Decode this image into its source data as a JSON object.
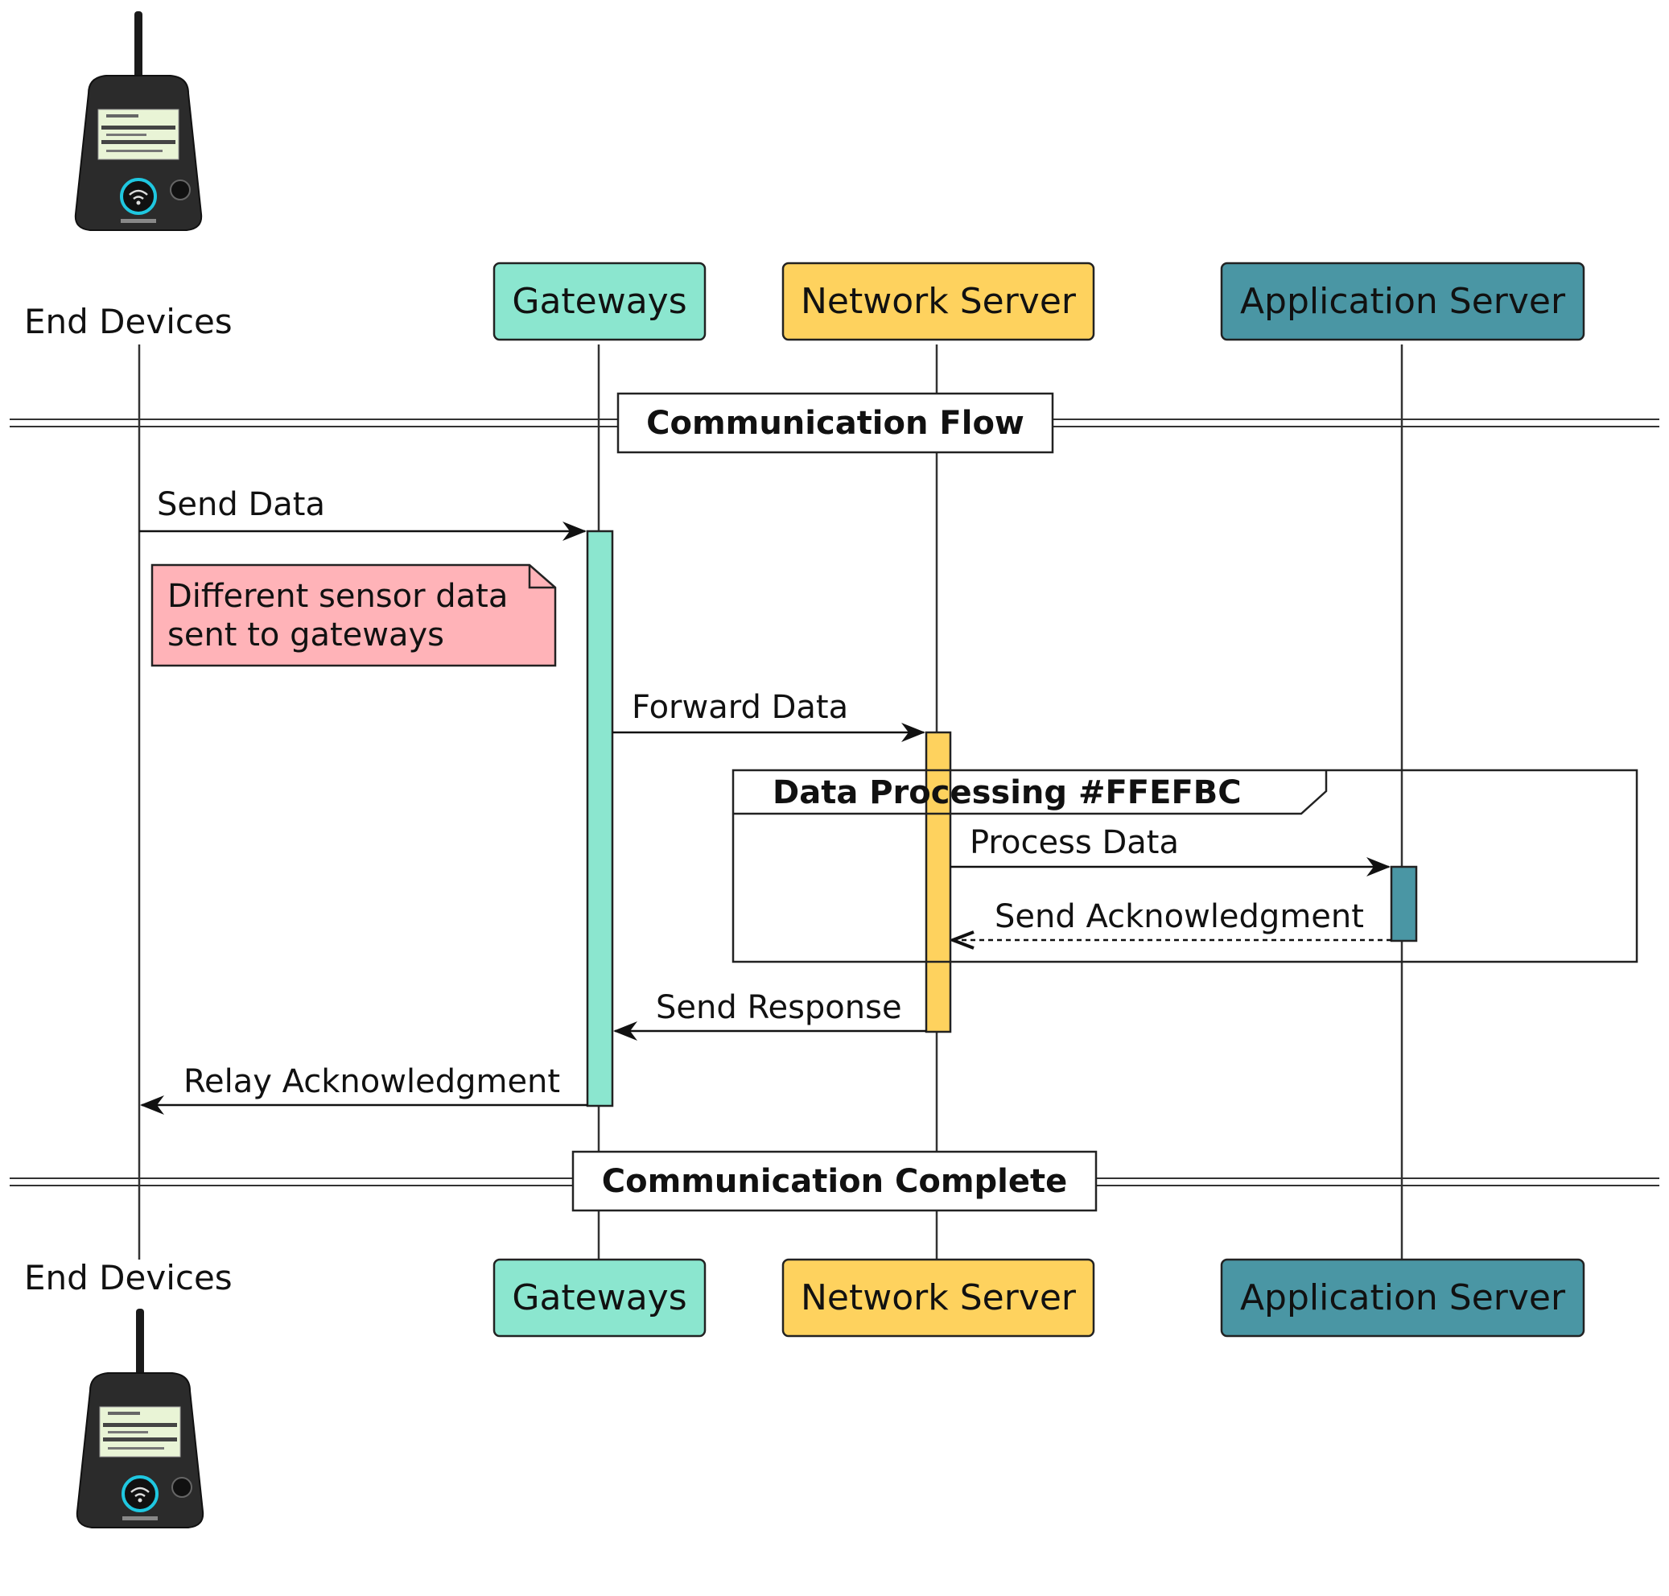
{
  "participants": {
    "end_devices": {
      "label": "End Devices"
    },
    "gateways": {
      "label": "Gateways",
      "color": "#8BE6CF"
    },
    "network_server": {
      "label": "Network Server",
      "color": "#FED25E"
    },
    "application_server": {
      "label": "Application Server",
      "color": "#4A96A4"
    }
  },
  "dividers": {
    "start": "Communication Flow",
    "end": "Communication Complete"
  },
  "messages": {
    "send_data": "Send Data",
    "forward_data": "Forward Data",
    "process_data": "Process Data",
    "send_ack": "Send Acknowledgment",
    "send_response": "Send Response",
    "relay_ack": "Relay Acknowledgment"
  },
  "note": {
    "line1": "Different sensor data",
    "line2": "sent to gateways",
    "color": "#FFB3B8"
  },
  "group": {
    "title": "Data Processing #FFEFBC"
  },
  "device_icon": "lorawan-field-tester-device"
}
